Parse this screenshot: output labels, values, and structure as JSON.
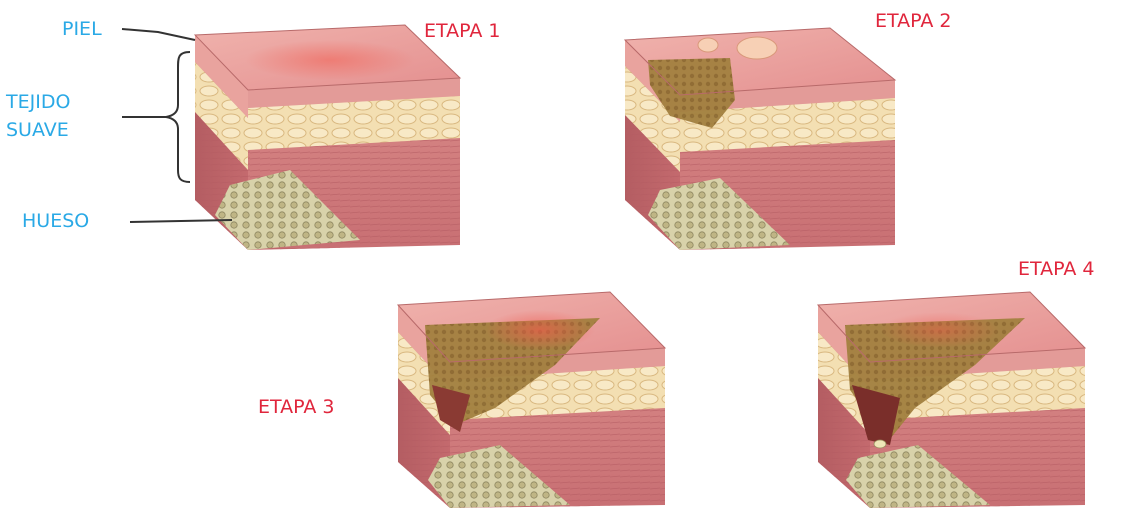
{
  "colors": {
    "anatomy_label": "#2aa9e6",
    "stage_label": "#e0263c",
    "skin": "#e79f9c",
    "fat": "#f2ddb0",
    "muscle": "#cf7c7e",
    "bone": "#cfc9a0",
    "wound": "#a07a3c",
    "deep_wound": "#7a2e2a"
  },
  "anatomy_labels": {
    "skin": "PIEL",
    "soft_tissue_line1": "TEJIDO",
    "soft_tissue_line2": "SUAVE",
    "bone": "HUESO"
  },
  "stages": [
    {
      "label": "ETAPA 1"
    },
    {
      "label": "ETAPA 2"
    },
    {
      "label": "ETAPA 3"
    },
    {
      "label": "ETAPA 4"
    }
  ]
}
